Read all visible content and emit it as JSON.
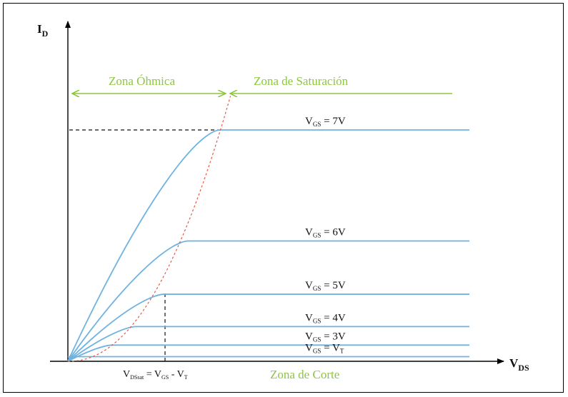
{
  "axes": {
    "y_label": "I",
    "y_label_sub": "D",
    "x_label": "V",
    "x_label_sub": "DS"
  },
  "zones": {
    "ohmic": "Zona Óhmica",
    "saturation": "Zona de Saturación",
    "cutoff": "Zona de Corte"
  },
  "vdsat_label": {
    "main": "V",
    "sub1": "DSsat",
    "mid": " = V",
    "sub2": "GS",
    "dash": " - V",
    "sub3": "T"
  },
  "colors": {
    "curves": "#6fb3e0",
    "parabola": "#e05a4a",
    "zone_text": "#8dc63f",
    "axes": "#000000"
  },
  "chart_data": {
    "type": "line",
    "series": [
      {
        "name": "VGS = 7V",
        "label_main": "V",
        "label_sub": "GS",
        "label_rest": " = 7V",
        "saturation_level": 1.0,
        "knee": 0.38
      },
      {
        "name": "VGS = 6V",
        "label_main": "V",
        "label_sub": "GS",
        "label_rest": " = 6V",
        "saturation_level": 0.52,
        "knee": 0.3
      },
      {
        "name": "VGS = 5V",
        "label_main": "V",
        "label_sub": "GS",
        "label_rest": " = 5V",
        "saturation_level": 0.29,
        "knee": 0.24
      },
      {
        "name": "VGS = 4V",
        "label_main": "V",
        "label_sub": "GS",
        "label_rest": " = 4V",
        "saturation_level": 0.15,
        "knee": 0.17
      },
      {
        "name": "VGS = 3V",
        "label_main": "V",
        "label_sub": "GS",
        "label_rest": " = 3V",
        "saturation_level": 0.07,
        "knee": 0.11
      },
      {
        "name": "VGS = VT",
        "label_main": "V",
        "label_sub": "GS",
        "label_rest": " = V",
        "label_sub2": "T",
        "saturation_level": 0.0,
        "knee": 0.0
      }
    ]
  }
}
